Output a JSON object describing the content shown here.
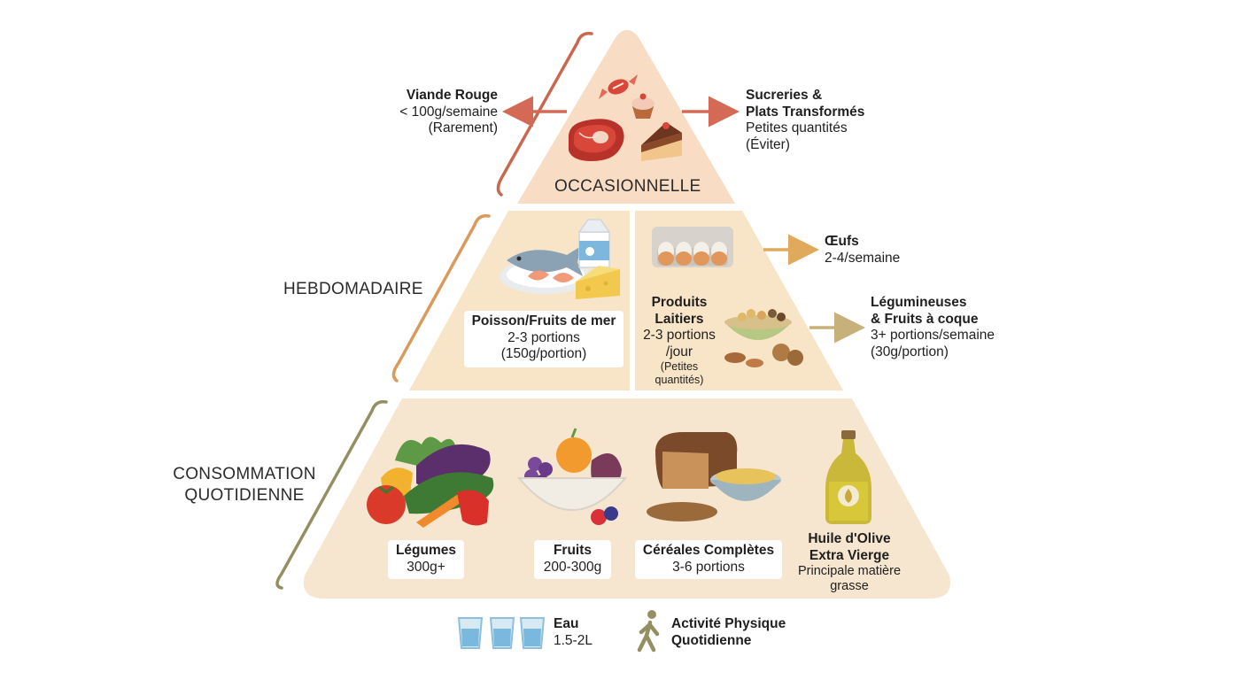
{
  "colors": {
    "tier_top": "#f9dcc4",
    "tier_mid": "#f8e4c7",
    "tier_base": "#f6e6cf",
    "bracket_top": "#c9684f",
    "bracket_mid": "#d99a5a",
    "bracket_base": "#948f62",
    "arrow_top": "#d46a55",
    "arrow_mid": "#e0a95c",
    "arrow_low": "#c8b07a"
  },
  "tiers": {
    "occasional": "OCCASIONNELLE",
    "weekly": "HEBDOMADAIRE",
    "daily_line1": "CONSOMMATION",
    "daily_line2": "QUOTIDIENNE"
  },
  "occasional": {
    "red_meat": {
      "title": "Viande Rouge",
      "line1": "< 100g/semaine",
      "line2": "(Rarement)",
      "icon": "steak-icon"
    },
    "sweets": {
      "title1": "Sucreries &",
      "title2": "Plats Transformés",
      "line1": "Petites quantités",
      "line2": "(Éviter)",
      "icon": "candy-cake-icon"
    }
  },
  "weekly": {
    "fish": {
      "title": "Poisson/Fruits de mer",
      "line1": "2-3 portions",
      "line2": "(150g/portion)",
      "icon": "fish-plate-icon"
    },
    "dairy": {
      "title1": "Produits",
      "title2": "Laitiers",
      "line1": "2-3 portions",
      "line2": "/jour",
      "note1": "(Petites",
      "note2": "quantités)",
      "icon": "milk-cheese-icon"
    },
    "eggs": {
      "title": "Œufs",
      "line1": "2-4/semaine",
      "icon": "egg-carton-icon"
    },
    "legumes": {
      "title1": "Légumineuses",
      "title2": "& Fruits à coque",
      "line1": "3+ portions/semaine",
      "line2": "(30g/portion)",
      "icon": "nuts-bowl-icon"
    }
  },
  "daily": {
    "vegetables": {
      "title": "Légumes",
      "line1": "300g+",
      "icon": "vegetables-icon"
    },
    "fruits": {
      "title": "Fruits",
      "line1": "200-300g",
      "icon": "fruit-bowl-icon"
    },
    "cereals": {
      "title": "Céréales Complètes",
      "line1": "3-6 portions",
      "icon": "bread-grain-icon"
    },
    "olive_oil": {
      "title1": "Huile d'Olive",
      "title2": "Extra Vierge",
      "line1": "Principale matière",
      "line2": "grasse",
      "icon": "olive-oil-bottle-icon"
    }
  },
  "footer": {
    "water": {
      "title": "Eau",
      "line1": "1.5-2L",
      "icon": "water-glass-icon"
    },
    "activity": {
      "title1": "Activité Physique",
      "title2": "Quotidienne",
      "icon": "walking-person-icon"
    }
  }
}
